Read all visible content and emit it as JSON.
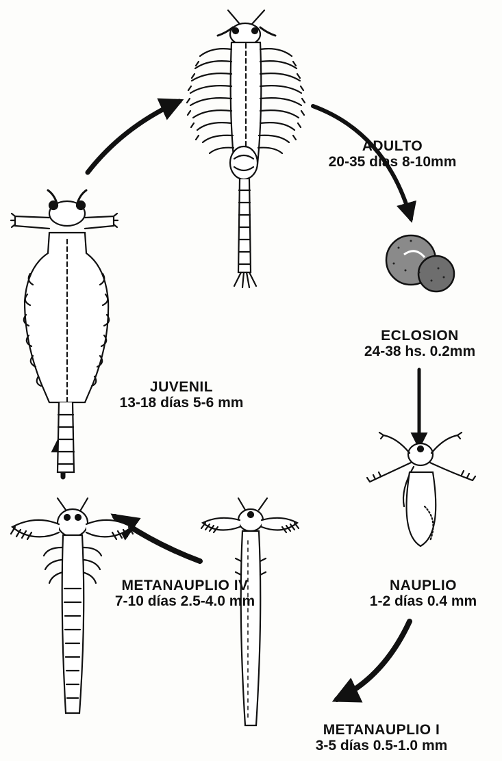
{
  "stages": {
    "adulto": {
      "name": "ADULTO",
      "detail": "20-35 días  8-10mm"
    },
    "eclosion": {
      "name": "ECLOSION",
      "detail": "24-38 hs.  0.2mm"
    },
    "nauplio": {
      "name": "NAUPLIO",
      "detail": "1-2 días  0.4 mm"
    },
    "metanauplio_i": {
      "name": "METANAUPLIO I",
      "detail": "3-5 días  0.5-1.0 mm"
    },
    "metanauplio_iv": {
      "name": "METANAUPLIO IV",
      "detail": "7-10 días  2.5-4.0 mm"
    },
    "juvenil": {
      "name": "JUVENIL",
      "detail": "13-18 días  5-6 mm"
    }
  },
  "colors": {
    "ink": "#111111",
    "paper": "#fdfdfb"
  }
}
